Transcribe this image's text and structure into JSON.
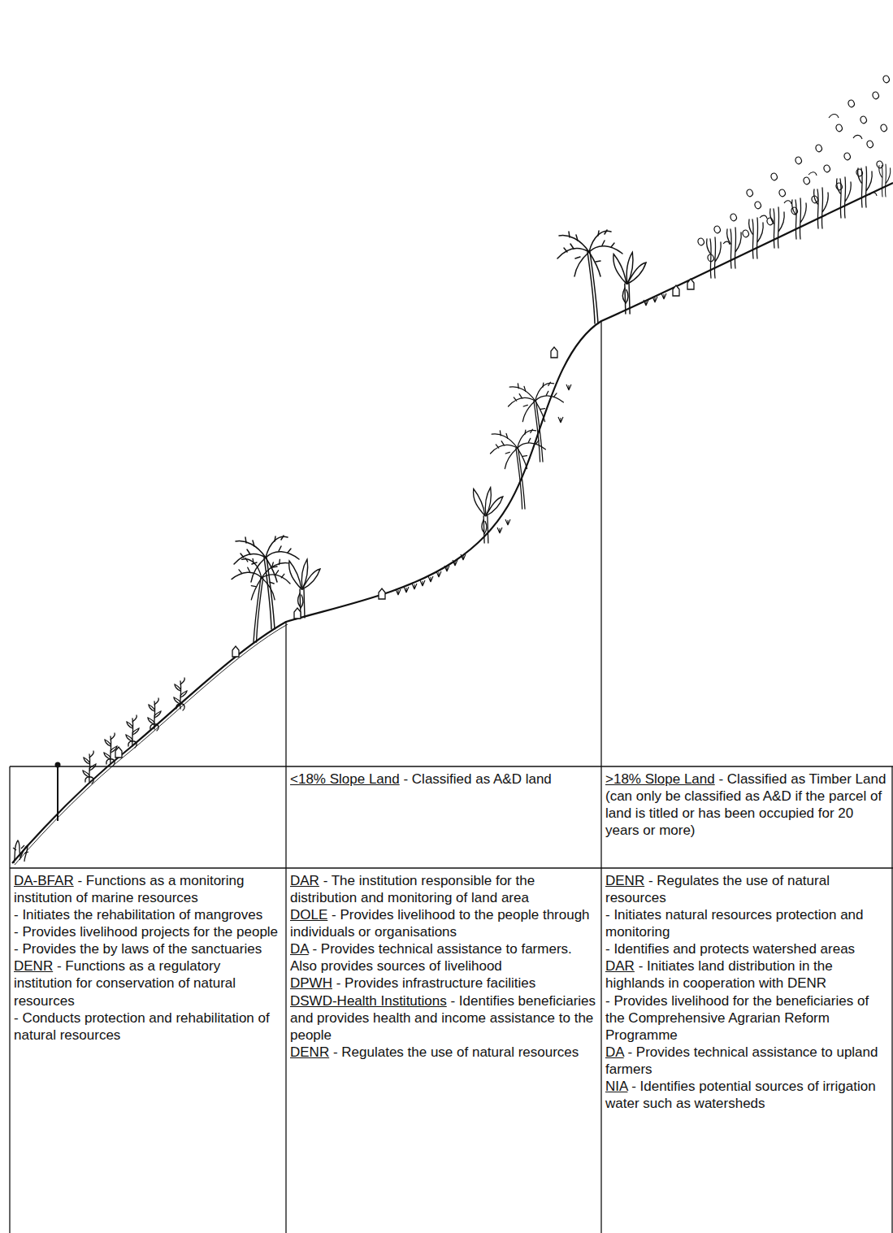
{
  "diagram": {
    "nodes": [
      {
        "text": [
          "<18% Slope Land",
          "- Classified as A&D land"
        ]
      },
      {
        "text": [
          ">18% Slope Land",
          "- Classified as Timber Land (can only be classified as A&D if the parcel of land is titled or has been occupied for 20 years or more)"
        ]
      },
      {
        "text": [
          "DA-BFAR",
          "- Functions as a monitoring institution of marine resources",
          "- Initiates the rehabilitation of mangroves",
          "- Provides livelihood projects for the people",
          "- Provides the by laws of the sanctuaries",
          "DENR",
          "- Functions as a regulatory institution for conservation of natural resources",
          "- Conducts protection and rehabilitation of natural resources"
        ]
      },
      {
        "text": [
          "DAR",
          "- The institution responsible for the distribution and monitoring of land area",
          "DOLE",
          "- Provides livelihood to the people through individuals or organisations",
          "DA",
          "- Provides technical assistance to farmers. Also provides sources of livelihood",
          "DPWH",
          "- Provides infrastructure facilities",
          "DSWD-Health Institutions",
          "- Identifies beneficiaries and provides health and income assistance to the people",
          "DENR",
          "- Regulates the use of natural resources"
        ]
      },
      {
        "text": [
          "DENR",
          "- Regulates the use of natural resources",
          "- Initiates natural resources protection and monitoring",
          "- Identifies and protects watershed areas",
          "DAR",
          "- Initiates land distribution in the highlands in cooperation with DENR",
          "- Provides livelihood for the beneficiaries of the Comprehensive Agrarian Reform Programme",
          "DA",
          "- Provides technical assistance to upland farmers",
          "NIA",
          "- Identifies potential sources of irrigation water such as watersheds"
        ]
      }
    ]
  }
}
